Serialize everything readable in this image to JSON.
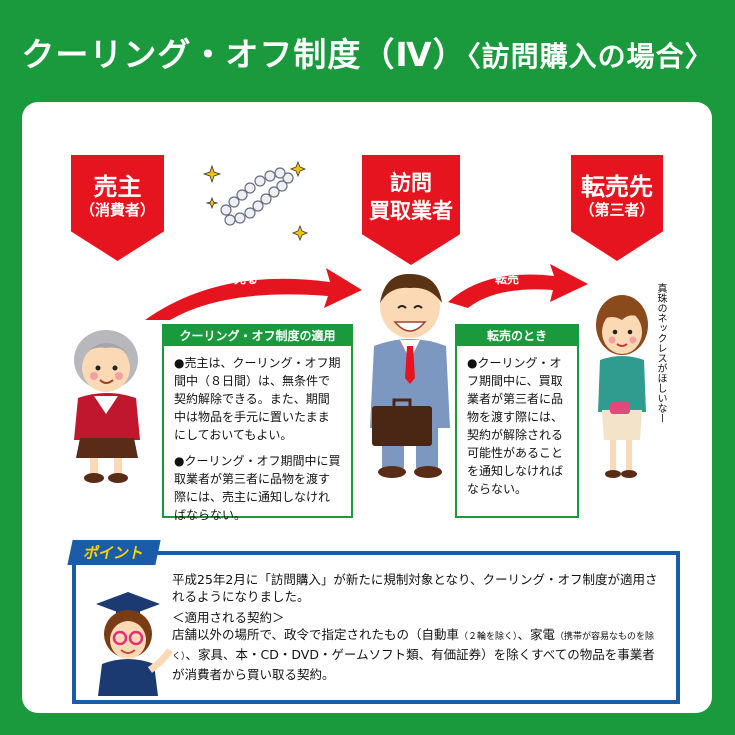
{
  "title": {
    "main": "クーリング・オフ制度（Ⅳ）",
    "sub": "〈訪問購入の場合〉"
  },
  "seller": {
    "title": "売主",
    "sub": "（消費者）"
  },
  "buyer": {
    "title_line1": "訪問",
    "title_line2": "買取業者"
  },
  "resale": {
    "title": "転売先",
    "sub": "（第三者）"
  },
  "arrow_sell": "売る",
  "arrow_resale": "転売",
  "box_cooling": {
    "header": "クーリング・オフ制度の適用",
    "item1": "●売主は、クーリング・オフ期間中（８日間）は、無条件で契約解除できる。また、期間中は物品を手元に置いたままにしておいてもよい。",
    "item2": "●クーリング・オフ期間中に買取業者が第三者に品物を渡す際には、売主に通知しなければならない。"
  },
  "box_resale": {
    "header": "転売のとき",
    "item1": "●クーリング・オフ期間中に、買取業者が第三者に品物を渡す際には、契約が解除される可能性があることを通知しなければならない。"
  },
  "speech": "真珠のネックレスがほしいなー",
  "point": {
    "tag": "ポイント",
    "line1": "平成25年2月に「訪問購入」が新たに規制対象となり、クーリング・オフ制度が適用されるようになりました。",
    "line2_head": "＜適用される契約＞",
    "line3a": "店舗以外の場所で、政令で指定されたもの（自動車",
    "note1": "（２輪を除く）",
    "line3b": "、家電",
    "note2": "（携帯が容易なものを除く）",
    "line3c": "、家具、本・CD・DVD・ゲームソフト類、有価証券）を除くすべての物品を事業者が消費者から買い取る契約。"
  },
  "colors": {
    "green": "#1a9a3c",
    "red": "#e6141e",
    "blue": "#1b5ca8"
  }
}
